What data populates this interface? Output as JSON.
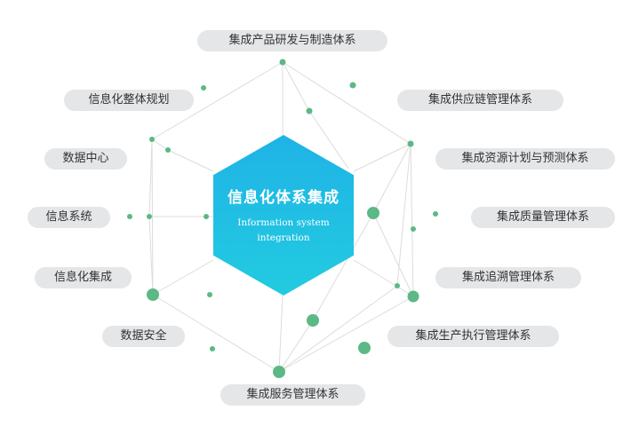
{
  "center": {
    "title": "信息化体系集成",
    "subtitle_line1": "Information system",
    "subtitle_line2": "integration"
  },
  "labels": [
    "集成产品研发与制造体系",
    "集成供应链管理体系",
    "集成资源计划与预测体系",
    "集成质量管理体系",
    "集成追溯管理体系",
    "集成生产执行管理体系",
    "集成服务管理体系",
    "数据安全",
    "信息化集成",
    "信息系统",
    "数据中心",
    "信息化整体规划"
  ],
  "colors": {
    "hexagon_top": "#1fb3e6",
    "hexagon_bottom": "#22cbe0",
    "dot": "#5cb885",
    "line": "#dcdcdc",
    "pill_bg": "#e4e6e8",
    "text": "#333333"
  }
}
